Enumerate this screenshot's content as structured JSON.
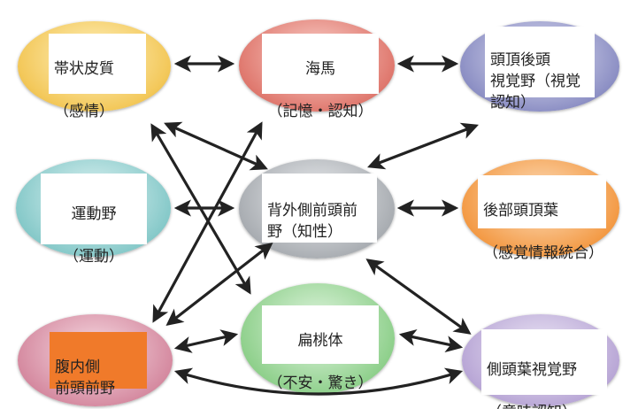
{
  "nodes": {
    "cingulate": {
      "title": "帯状皮質",
      "sub": "（感情）",
      "color": "#f3c85a"
    },
    "hippocampus": {
      "title": "海馬",
      "sub": "（記憶・認知）",
      "color": "#e07a70"
    },
    "parieto_occipital": {
      "title": "頭頂後頭\n視覚野（視覚\n認知）",
      "color": "#8c8fc4"
    },
    "motor": {
      "title": "運動野",
      "sub": "（運動）",
      "color": "#86c9c9"
    },
    "dlpfc": {
      "title": "背外側前頭前\n野（知性）",
      "color": "#a9adb2"
    },
    "posterior_parietal": {
      "title": "後部頭頂葉",
      "sub": "（感覚情報統合）",
      "color": "#f39a45"
    },
    "vmpfc": {
      "title": "腹内側\n前頭前野",
      "color": "#d58aa0",
      "label_bg": "#f07a2a"
    },
    "amygdala": {
      "title": "扁桃体",
      "sub": "（不安・驚き）",
      "color": "#8fd08c"
    },
    "temporal_visual": {
      "title": "側頭葉視覚野",
      "sub": "（意味認知）",
      "color": "#b9a7d6"
    }
  }
}
